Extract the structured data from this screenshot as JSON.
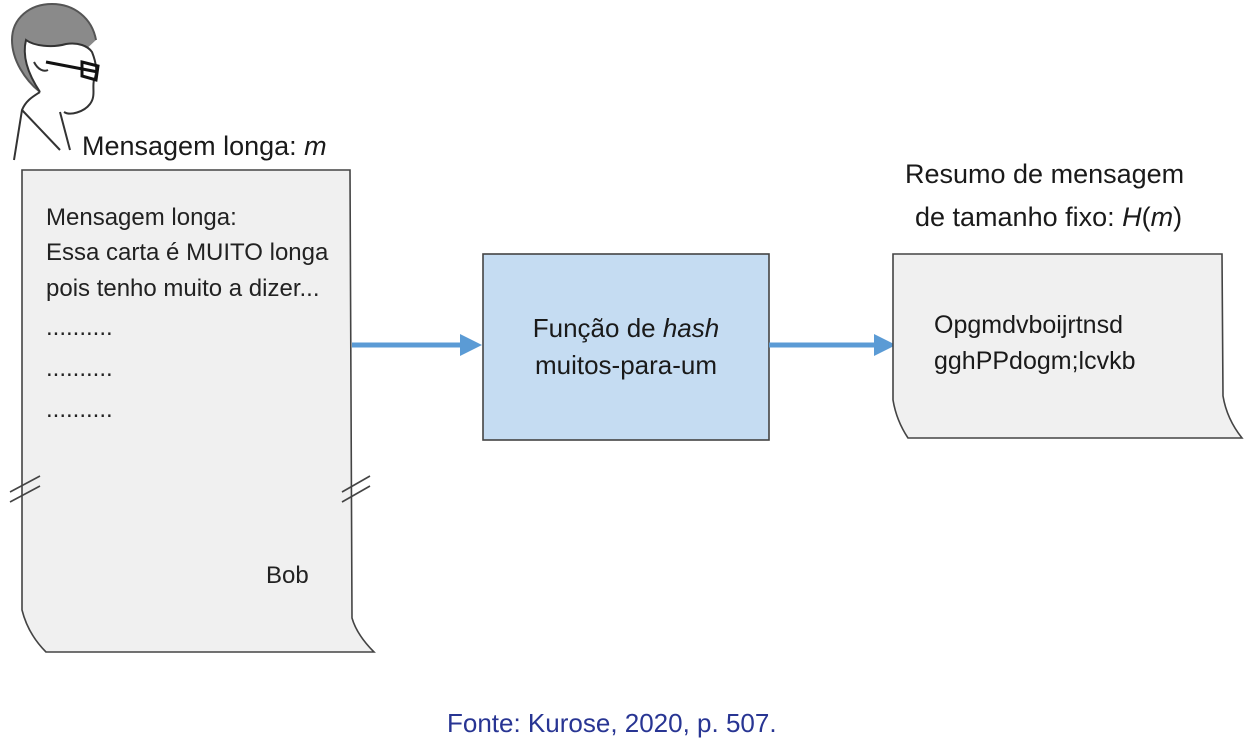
{
  "message_label": {
    "text": "Mensagem longa: ",
    "var": "m"
  },
  "long_message": {
    "lines": [
      "Mensagem longa:",
      "Essa carta é MUITO longa",
      "pois tenho muito a dizer...",
      "..........",
      "..........",
      ".........."
    ],
    "signature": "Bob"
  },
  "hash_function": {
    "line1_prefix": "Função de ",
    "line1_italic": "hash",
    "line2": "muitos-para-um"
  },
  "digest_label": {
    "line1": "Resumo de mensagem",
    "line2_prefix": "de tamanho fixo: ",
    "func": "H",
    "open": "(",
    "var": "m",
    "close": ")"
  },
  "digest": {
    "lines": [
      "Opgmdvboijrtnsd",
      "gghPPdogm;lcvkb"
    ]
  },
  "source": "Fonte: Kurose, 2020, p. 507.",
  "colors": {
    "arrow": "#5b9bd5",
    "hash_box_fill": "#c5dcf2",
    "paper_fill": "#f0f0f0",
    "source_text": "#283593"
  }
}
